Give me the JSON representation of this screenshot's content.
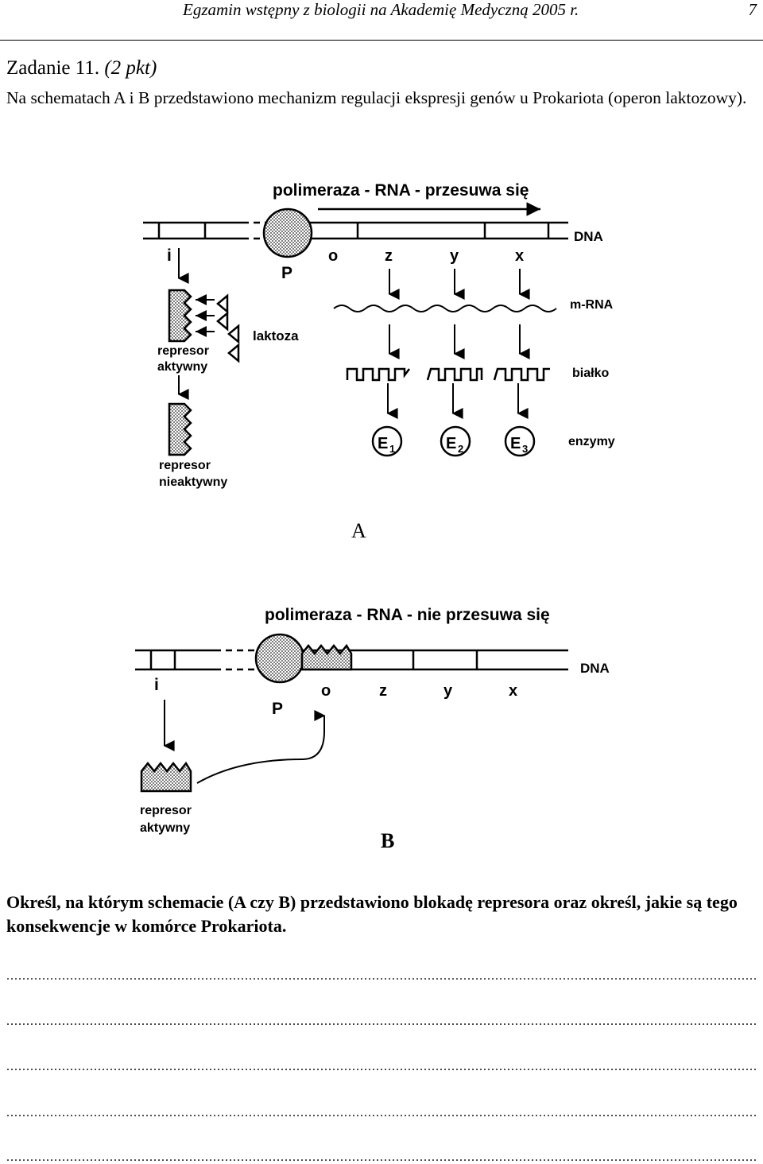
{
  "header": {
    "title": "Egzamin wstępny z biologii na Akademię Medyczną 2005 r.",
    "page_number": "7"
  },
  "task": {
    "title": "Zadanie 11.",
    "points": "(2 pkt)",
    "intro": "Na schematach A i B przedstawiono mechanizm regulacji ekspresji genów u Prokariota (operon laktozowy)."
  },
  "diagram_a": {
    "caption_top": "polimeraza - RNA - przesuwa się",
    "dna": "DNA",
    "gene_i": "i",
    "promoter": "P",
    "operator": "o",
    "gene_z": "z",
    "gene_y": "y",
    "gene_x": "x",
    "mrna": "m-RNA",
    "protein": "białko",
    "enzymes": "enzymy",
    "lactose": "laktoza",
    "repressor_active_1": "represor",
    "repressor_active_2": "aktywny",
    "repressor_inactive_1": "represor",
    "repressor_inactive_2": "nieaktywny",
    "e1": "E",
    "e1_sub": "1",
    "e2": "E",
    "e2_sub": "2",
    "e3": "E",
    "e3_sub": "3",
    "label": "A"
  },
  "diagram_b": {
    "caption_top": "polimeraza - RNA - nie przesuwa się",
    "dna": "DNA",
    "gene_i": "i",
    "promoter": "P",
    "operator": "o",
    "gene_z": "z",
    "gene_y": "y",
    "gene_x": "x",
    "repressor_active_1": "represor",
    "repressor_active_2": "aktywny",
    "label": "B"
  },
  "question": "Określ, na którym schemacie (A czy B) przedstawiono blokadę represora oraz określ, jakie są tego konsekwencje w komórce Prokariota.",
  "answer_lines": [
    "..........................................................................................................................................................................................................",
    "..........................................................................................................................................................................................................",
    "..........................................................................................................................................................................................................",
    "..........................................................................................................................................................................................................",
    ".........................................................................................................................................................................................................."
  ],
  "colors": {
    "ink": "#000000",
    "stipple": "#8c8c8c"
  }
}
